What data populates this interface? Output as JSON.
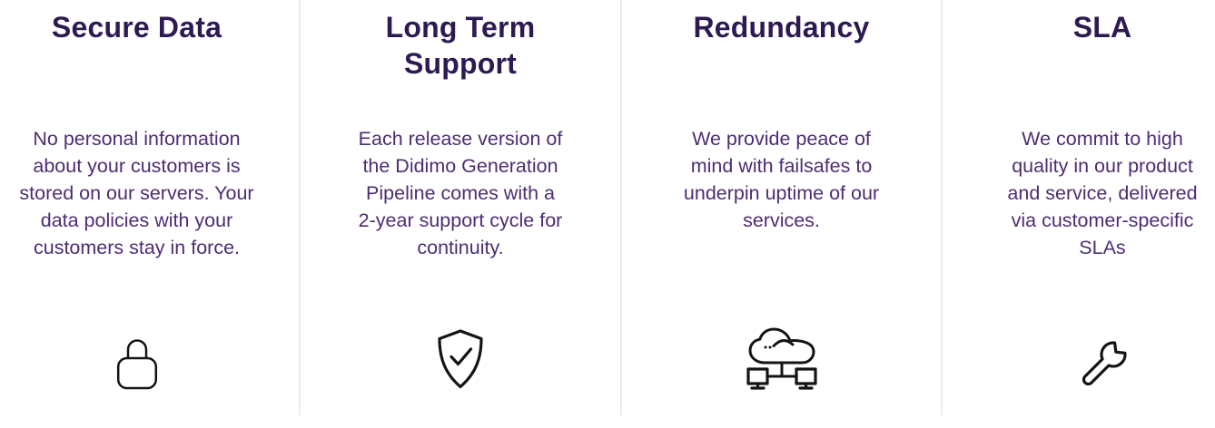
{
  "section": {
    "name": "feature-highlights",
    "columns": [
      {
        "title": "Secure Data",
        "description": "No personal information\nabout your customers is\nstored on our servers. Your\ndata policies with your\ncustomers stay in force.",
        "icon": "lock-icon"
      },
      {
        "title": "Long Term\nSupport",
        "description": "Each release version of\nthe Didimo Generation\nPipeline comes with a\n2-year support cycle for\ncontinuity.",
        "icon": "shield-check-icon"
      },
      {
        "title": "Redundancy",
        "description": "We provide peace of\nmind with failsafes to\nunderpin uptime of our\nservices.",
        "icon": "cloud-network-icon"
      },
      {
        "title": "SLA",
        "description": "We commit to high\nquality in our product\nand service, delivered\nvia customer-specific\nSLAs",
        "icon": "wrench-icon"
      }
    ],
    "colors": {
      "title_text": "#2e1a52",
      "body_text": "#4d2d73",
      "icon_stroke": "#141414",
      "divider": "#ececec",
      "background": "#ffffff"
    }
  }
}
